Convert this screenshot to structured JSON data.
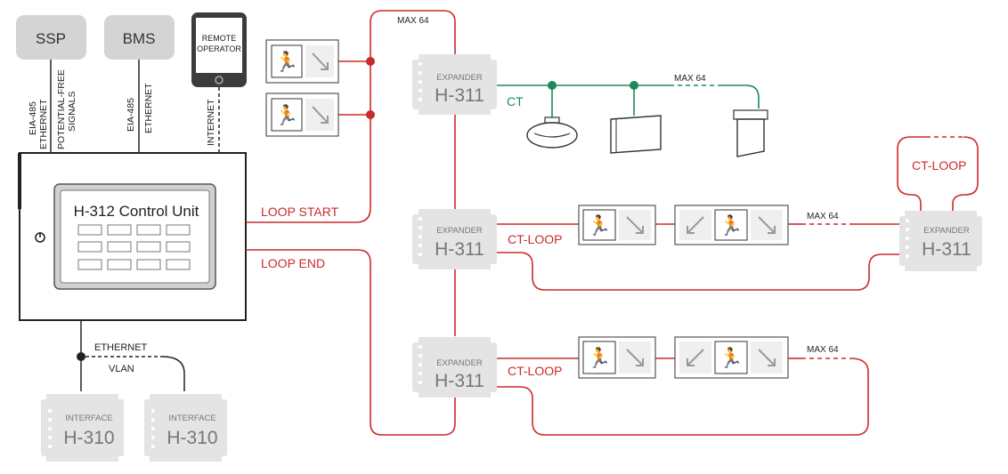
{
  "top_boxes": {
    "ssp": "SSP",
    "bms": "BMS",
    "remote_line1": "REMOTE",
    "remote_line2": "OPERATOR"
  },
  "vertical_labels": {
    "ssp_a": "EIA-485",
    "ssp_b": "ETHERNET",
    "ssp_c": "POTENTIAL-FREE",
    "ssp_d": "SIGNALS",
    "bms_a": "EIA-485",
    "bms_b": "ETHERNET",
    "remote_a": "INTERNET"
  },
  "control_unit": {
    "title": "H-312 Control Unit",
    "power_icon": "power-icon"
  },
  "loop": {
    "start": "LOOP  START",
    "end": "LOOP END",
    "max_top": "MAX 64"
  },
  "expanders": {
    "caption": "EXPANDER",
    "model": "H-311"
  },
  "ct": {
    "label": "CT",
    "max": "MAX 64"
  },
  "ct_loop": {
    "label": "CT-LOOP",
    "max": "MAX 64"
  },
  "ethernet": {
    "label": "ETHERNET",
    "vlan": "VLAN"
  },
  "interfaces": {
    "caption": "INTERFACE",
    "model": "H-310"
  },
  "colors": {
    "loop": "#cc2a2a",
    "ct": "#1a8a5a",
    "device": "#e6e6e6",
    "ssp": "#d4d4d4"
  }
}
